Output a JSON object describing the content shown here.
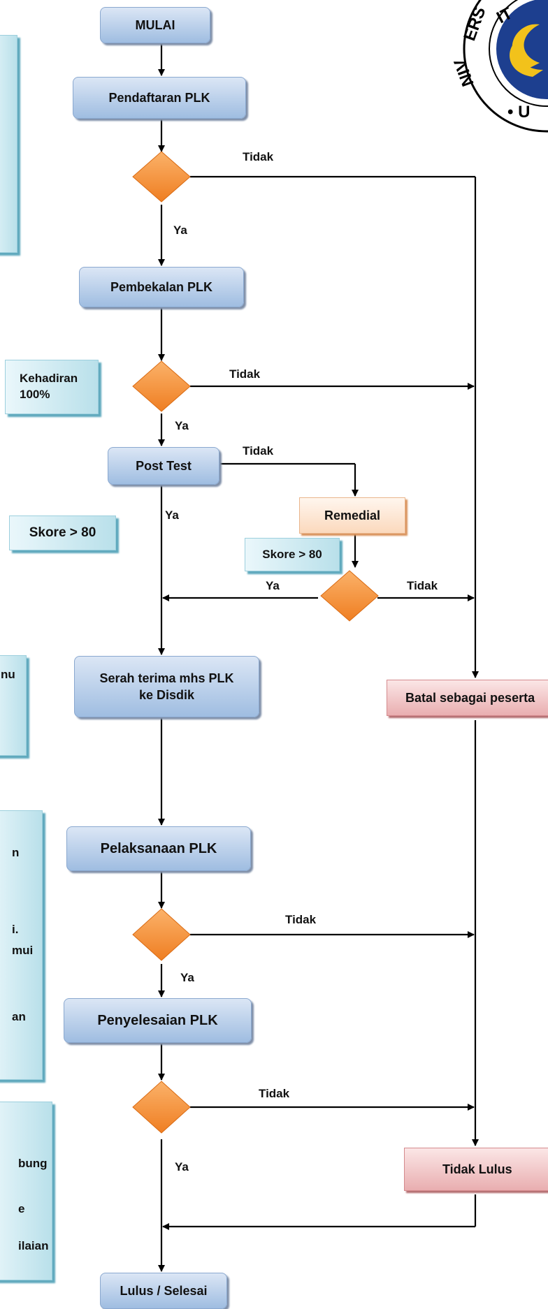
{
  "nodes": {
    "start": "MULAI",
    "registration": "Pendaftaran PLK",
    "briefing": "Pembekalan PLK",
    "post_test": "Post Test",
    "remedial": "Remedial",
    "handover": "Serah terima mhs PLK ke Disdik",
    "cancelled": "Batal sebagai peserta",
    "implementation": "Pelaksanaan PLK",
    "completion": "Penyelesaian PLK",
    "not_passed": "Tidak Lulus",
    "end": "Lulus / Selesai"
  },
  "notes": {
    "attendance": "Kehadiran 100%",
    "score_main": "Skore > 80",
    "score_remedial": "Skore > 80"
  },
  "partial_notes": {
    "note_a": "nu",
    "note_b1": "n",
    "note_b2": "i.",
    "note_b3": "mui",
    "note_b4": "an",
    "note_c1": "bung",
    "note_c2": "e",
    "note_c3": "ilaian"
  },
  "edge_labels": {
    "no": "Tidak",
    "yes": "Ya"
  },
  "logo_text": "UNIVERSITAS"
}
